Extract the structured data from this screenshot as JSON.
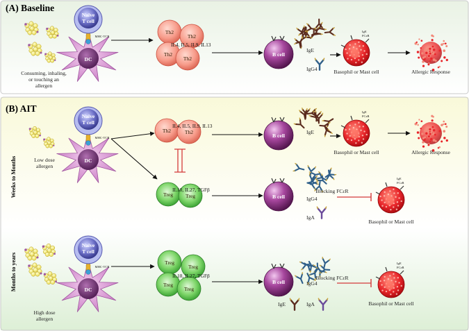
{
  "sections": {
    "baseline": "(A) Baseline",
    "ait": "(B) AIT"
  },
  "side_labels": {
    "weeks": "Weeks to Months",
    "months": "Months to years"
  },
  "cells": {
    "naive_t": [
      "Naive",
      "T cell"
    ],
    "dc": "DC",
    "th2": "Th2",
    "treg": "Treg",
    "b_cell": "B cell",
    "mhc_tcr": "MHC-TCR"
  },
  "baseline": {
    "allergen_caption": [
      "Consuming, inhaling,",
      "or touching an",
      "allergen"
    ],
    "cytokines": "IL4, IL5, IL9, IL13"
  },
  "ait": {
    "low_dose": [
      "Low dose",
      "allergen"
    ],
    "high_dose": [
      "High dose",
      "allergen"
    ],
    "cytokines_th2": "IL4, IL5, IL9, IL13",
    "cytokines_treg": "IL10, IL27, TGFβ",
    "cytokines_treg_high": "IL10, IL27, TGFβ"
  },
  "labels": {
    "ige": "IgE",
    "igg4": "IgG4",
    "iga": "IgA",
    "fcer": "FCεR",
    "basophil": "Basophil or Mast cell",
    "allergic_response": "Allergic Response",
    "blocking": "Blocking FCεR"
  },
  "colors": {
    "arrow": "#111111",
    "inhibit": "#d43a3a",
    "ige_antibody": "#5a2b1e",
    "igg4_antibody": "#2f5f8a",
    "iga_antibody": "#6a4a9a"
  }
}
